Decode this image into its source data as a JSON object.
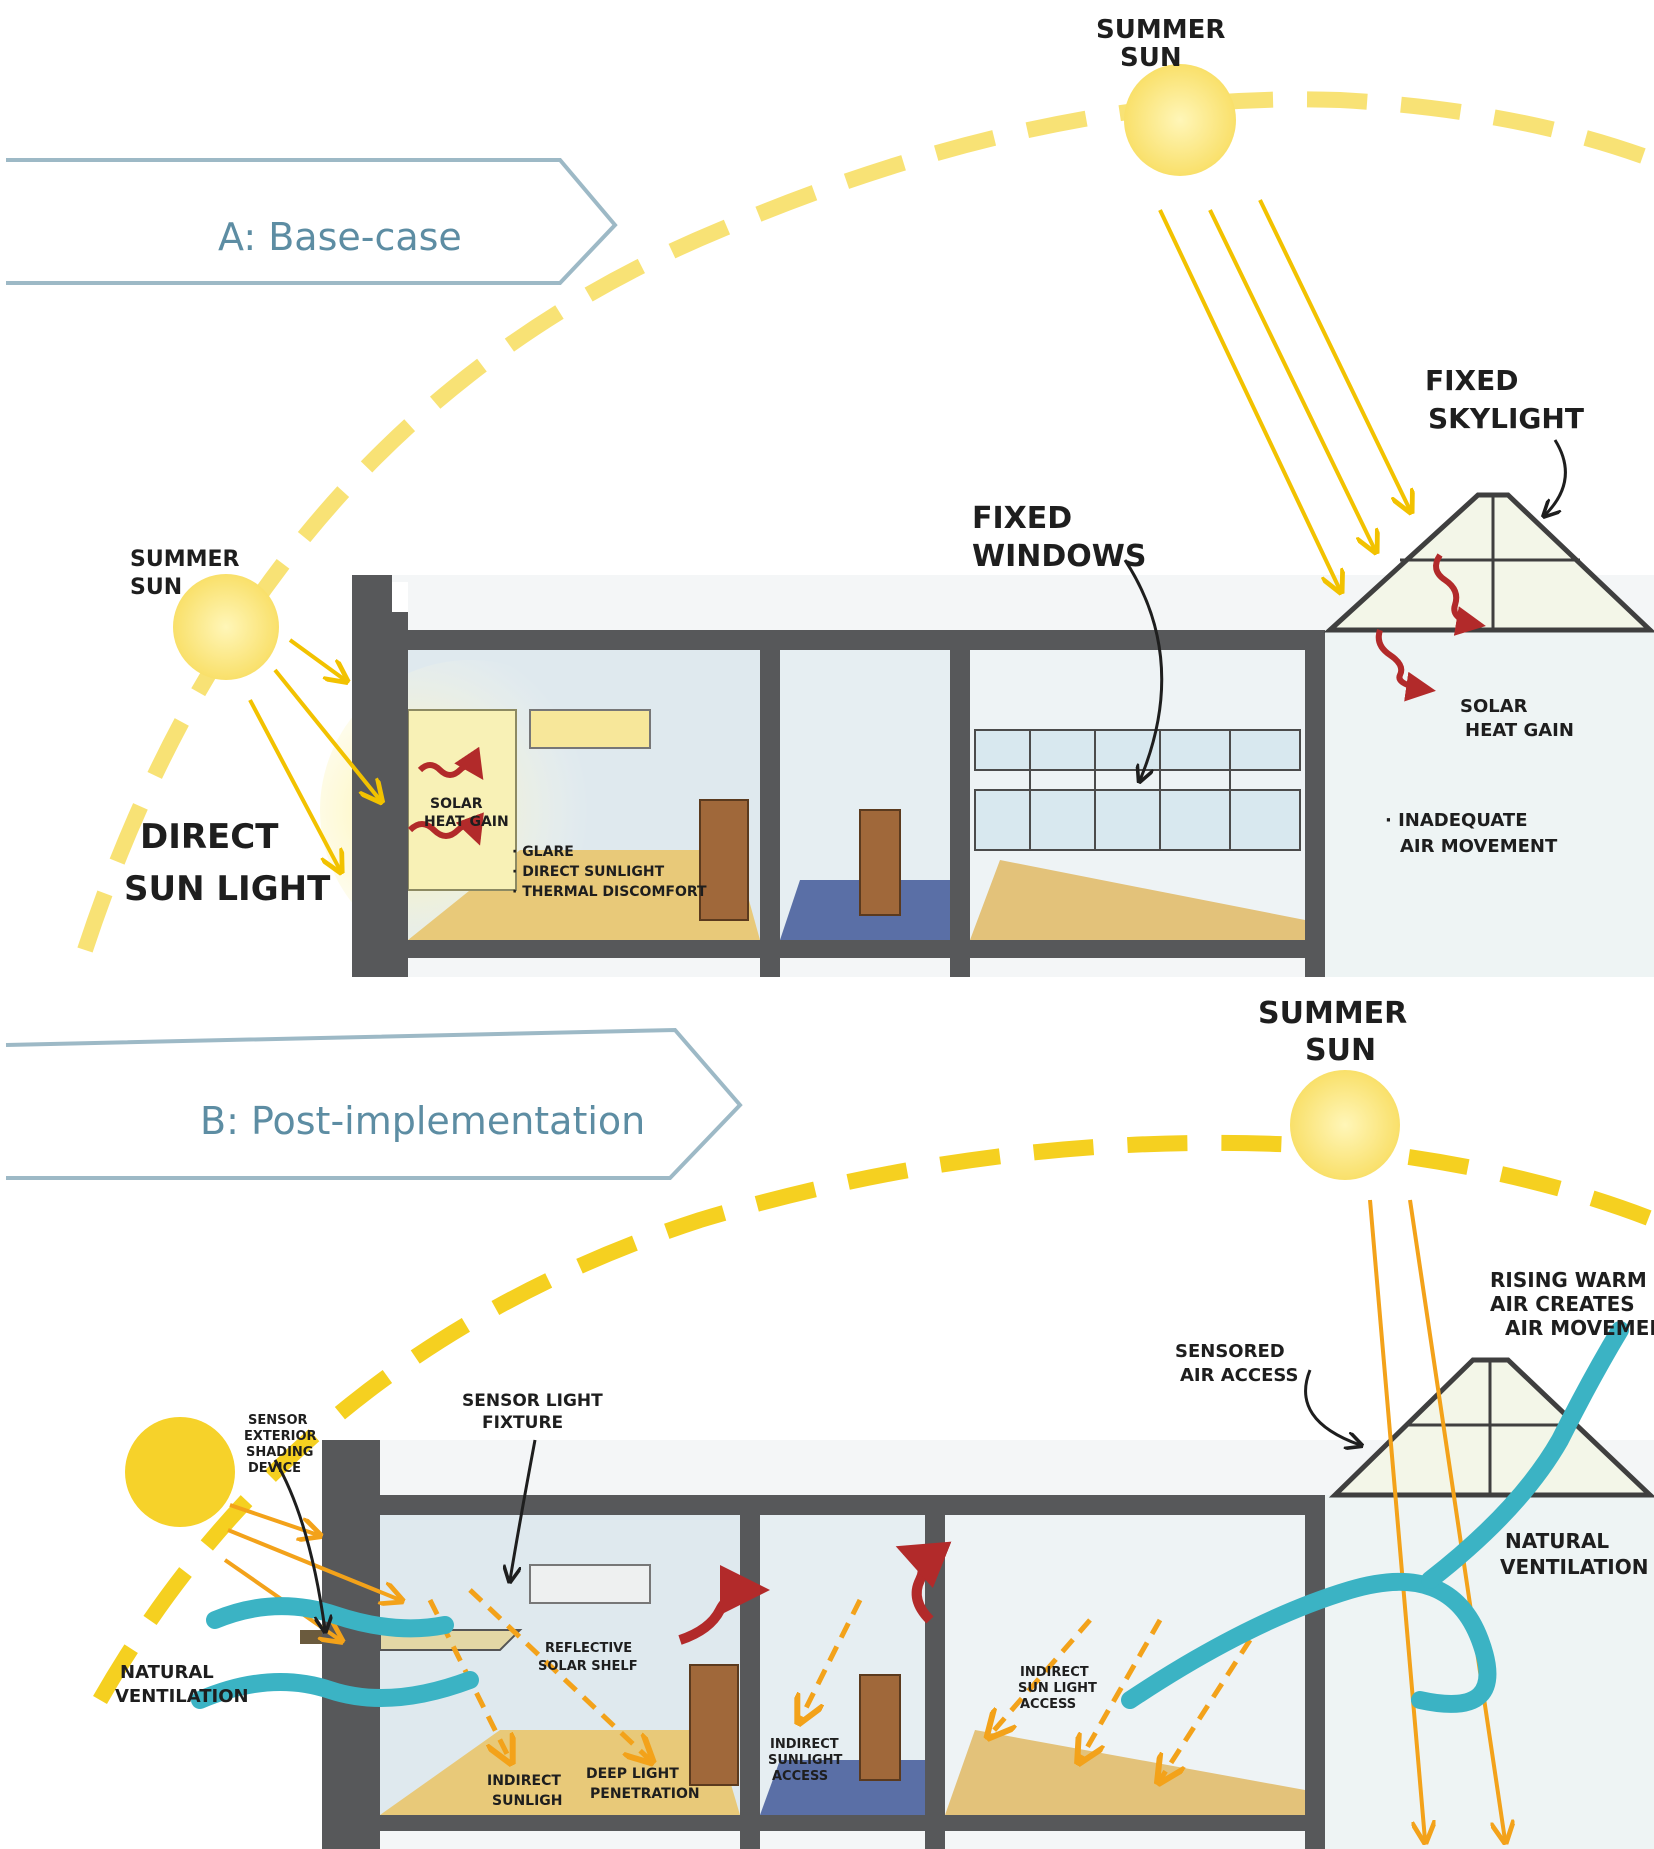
{
  "panel_a": {
    "title": "A: Base-case",
    "sun_top": [
      "SUMMER",
      "SUN"
    ],
    "sun_left": [
      "SUMMER",
      "SUN"
    ],
    "direct_sunlight": [
      "DIRECT",
      "SUN LIGHT"
    ],
    "fixed_windows": [
      "FIXED",
      "WINDOWS"
    ],
    "fixed_skylight": [
      "FIXED",
      "SKYLIGHT"
    ],
    "solar_heat_gain_room": [
      "SOLAR",
      "HEAT GAIN"
    ],
    "solar_heat_gain_skylight": [
      "SOLAR",
      "HEAT GAIN"
    ],
    "issues": [
      "· GLARE",
      "· DIRECT SUNLIGHT",
      "· THERMAL DISCOMFORT"
    ],
    "inadequate_air": [
      "· INADEQUATE",
      "AIR MOVEMENT"
    ]
  },
  "panel_b": {
    "title": "B: Post-implementation",
    "sun_top": [
      "SUMMER",
      "SUN"
    ],
    "shading_device": [
      "SENSOR",
      "EXTERIOR",
      "SHADING",
      "DEVICE"
    ],
    "sensor_light": [
      "SENSOR LIGHT",
      "FIXTURE"
    ],
    "sensored_air": [
      "SENSORED",
      "AIR ACCESS"
    ],
    "rising_air": [
      "RISING WARM",
      "AIR CREATES",
      "AIR MOVEMENT"
    ],
    "natural_ventilation_left": [
      "NATURAL",
      "VENTILATION"
    ],
    "natural_ventilation_right": [
      "NATURAL",
      "VENTILATION"
    ],
    "reflective_shelf": [
      "REFLECTIVE",
      "SOLAR SHELF"
    ],
    "indirect_sunlight_1": [
      "INDIRECT",
      "SUNLIGH"
    ],
    "deep_light": [
      "DEEP LIGHT",
      "PENETRATION"
    ],
    "indirect_access_mid": [
      "INDIRECT",
      "SUNLIGHT",
      "ACCESS"
    ],
    "indirect_access_right": [
      "INDIRECT",
      "SUN LIGHT",
      "ACCESS"
    ]
  },
  "colors": {
    "sun": "#f9e06a",
    "sun_path": "#f5d53a",
    "ray": "#f2c200",
    "ray_b": "#f3a21a",
    "heat": "#b22a2a",
    "vent": "#3bb3c4",
    "wall": "#57585a",
    "floor": "#e3c27a",
    "banner": "#9db9c6"
  }
}
